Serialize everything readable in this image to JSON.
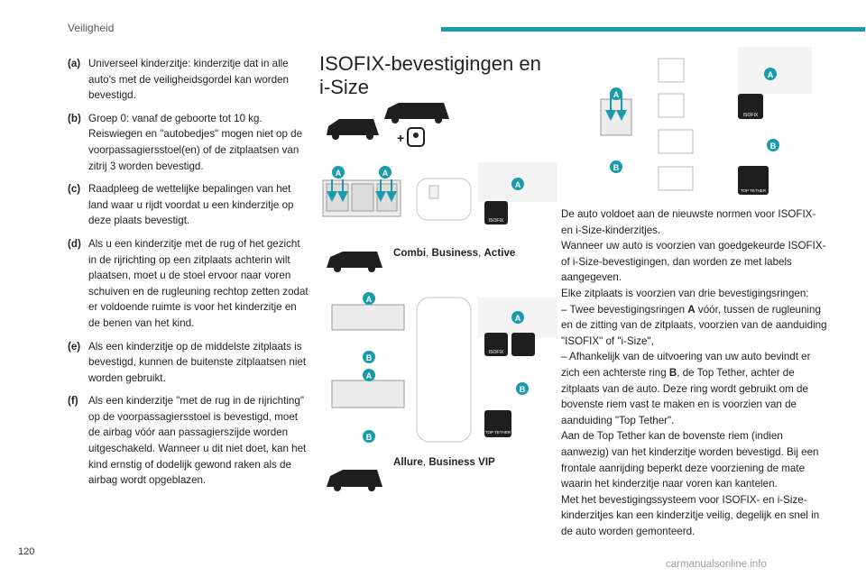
{
  "header": {
    "section": "Veiligheid",
    "accent_color": "#1a9bab"
  },
  "page_number": "120",
  "watermark": "carmanualsonline.info",
  "definitions": [
    {
      "key": "(a)",
      "text": "Universeel kinderzitje: kinderzitje dat in alle auto's met de veiligheidsgordel kan worden bevestigd."
    },
    {
      "key": "(b)",
      "text": "Groep 0: vanaf de geboorte tot 10 kg. Reiswiegen en \"autobedjes\" mogen niet op de voorpassagiersstoel(en) of de zitplaatsen van zitrij 3 worden bevestigd."
    },
    {
      "key": "(c)",
      "text": "Raadpleeg de wettelijke bepalingen van het land waar u rijdt voordat u een kinderzitje op deze plaats bevestigt."
    },
    {
      "key": "(d)",
      "text": "Als u een kinderzitje met de rug of het gezicht in de rijrichting op een zitplaats achterin wilt plaatsen, moet u de stoel ervoor naar voren schuiven en de rugleuning rechtop zetten zodat er voldoende ruimte is voor het kinderzitje en de benen van het kind."
    },
    {
      "key": "(e)",
      "text": "Als een kinderzitje op de middelste zitplaats is bevestigd, kunnen de buitenste zitplaatsen niet worden gebruikt."
    },
    {
      "key": "(f)",
      "text": "Als een kinderzitje \"met de rug in de rijrichting\" op de voorpassagiersstoel is bevestigd, moet de airbag vóór aan passagierszijde worden uitgeschakeld. Wanneer u dit niet doet, kan het kind ernstig of dodelijk gewond raken als de airbag wordt opgeblazen."
    }
  ],
  "isofix": {
    "title_line1": "ISOFIX-bevestigingen en",
    "title_line2": "i-Size",
    "trim1_a": "Combi",
    "trim1_b": "Business",
    "trim1_c": "Active",
    "trim2_a": "Allure",
    "trim2_b": "Business VIP",
    "sep": ", ",
    "label_a": "A",
    "label_b": "B",
    "badge_isofix": "ISOFIX",
    "badge_top_tether": "TOP TETHER"
  },
  "body": {
    "p1": "De auto voldoet aan de nieuwste normen voor ISOFIX- en i-Size-kinderzitjes.",
    "p2": "Wanneer uw auto is voorzien van goedgekeurde ISOFIX- of i-Size-bevestigingen, dan worden ze met labels aangegeven.",
    "p3": "Elke zitplaats is voorzien van drie bevestigingsringen:",
    "p4_pre": "–  Twee bevestigingsringen ",
    "p4_bold": "A",
    "p4_post": " vóór, tussen de rugleuning en de zitting van de zitplaats, voorzien van de aanduiding \"ISOFIX\" of \"i-Size\",",
    "p5_pre": "–  Afhankelijk van de uitvoering van uw auto bevindt er zich een achterste ring ",
    "p5_bold": "B",
    "p5_post": ", de Top Tether, achter de zitplaats van de auto. Deze ring wordt gebruikt om de bovenste riem vast te maken en is voorzien van de aanduiding \"Top Tether\".",
    "p6": "Aan de Top Tether kan de bovenste riem (indien aanwezig) van het kinderzitje worden bevestigd. Bij een frontale aanrijding beperkt deze voorziening de mate waarin het kinderzitje naar voren kan kantelen.",
    "p7": "Met het bevestigingssysteem voor ISOFIX- en i-Size-kinderzitjes kan een kinderzitje veilig, degelijk en snel in de auto worden gemonteerd."
  }
}
